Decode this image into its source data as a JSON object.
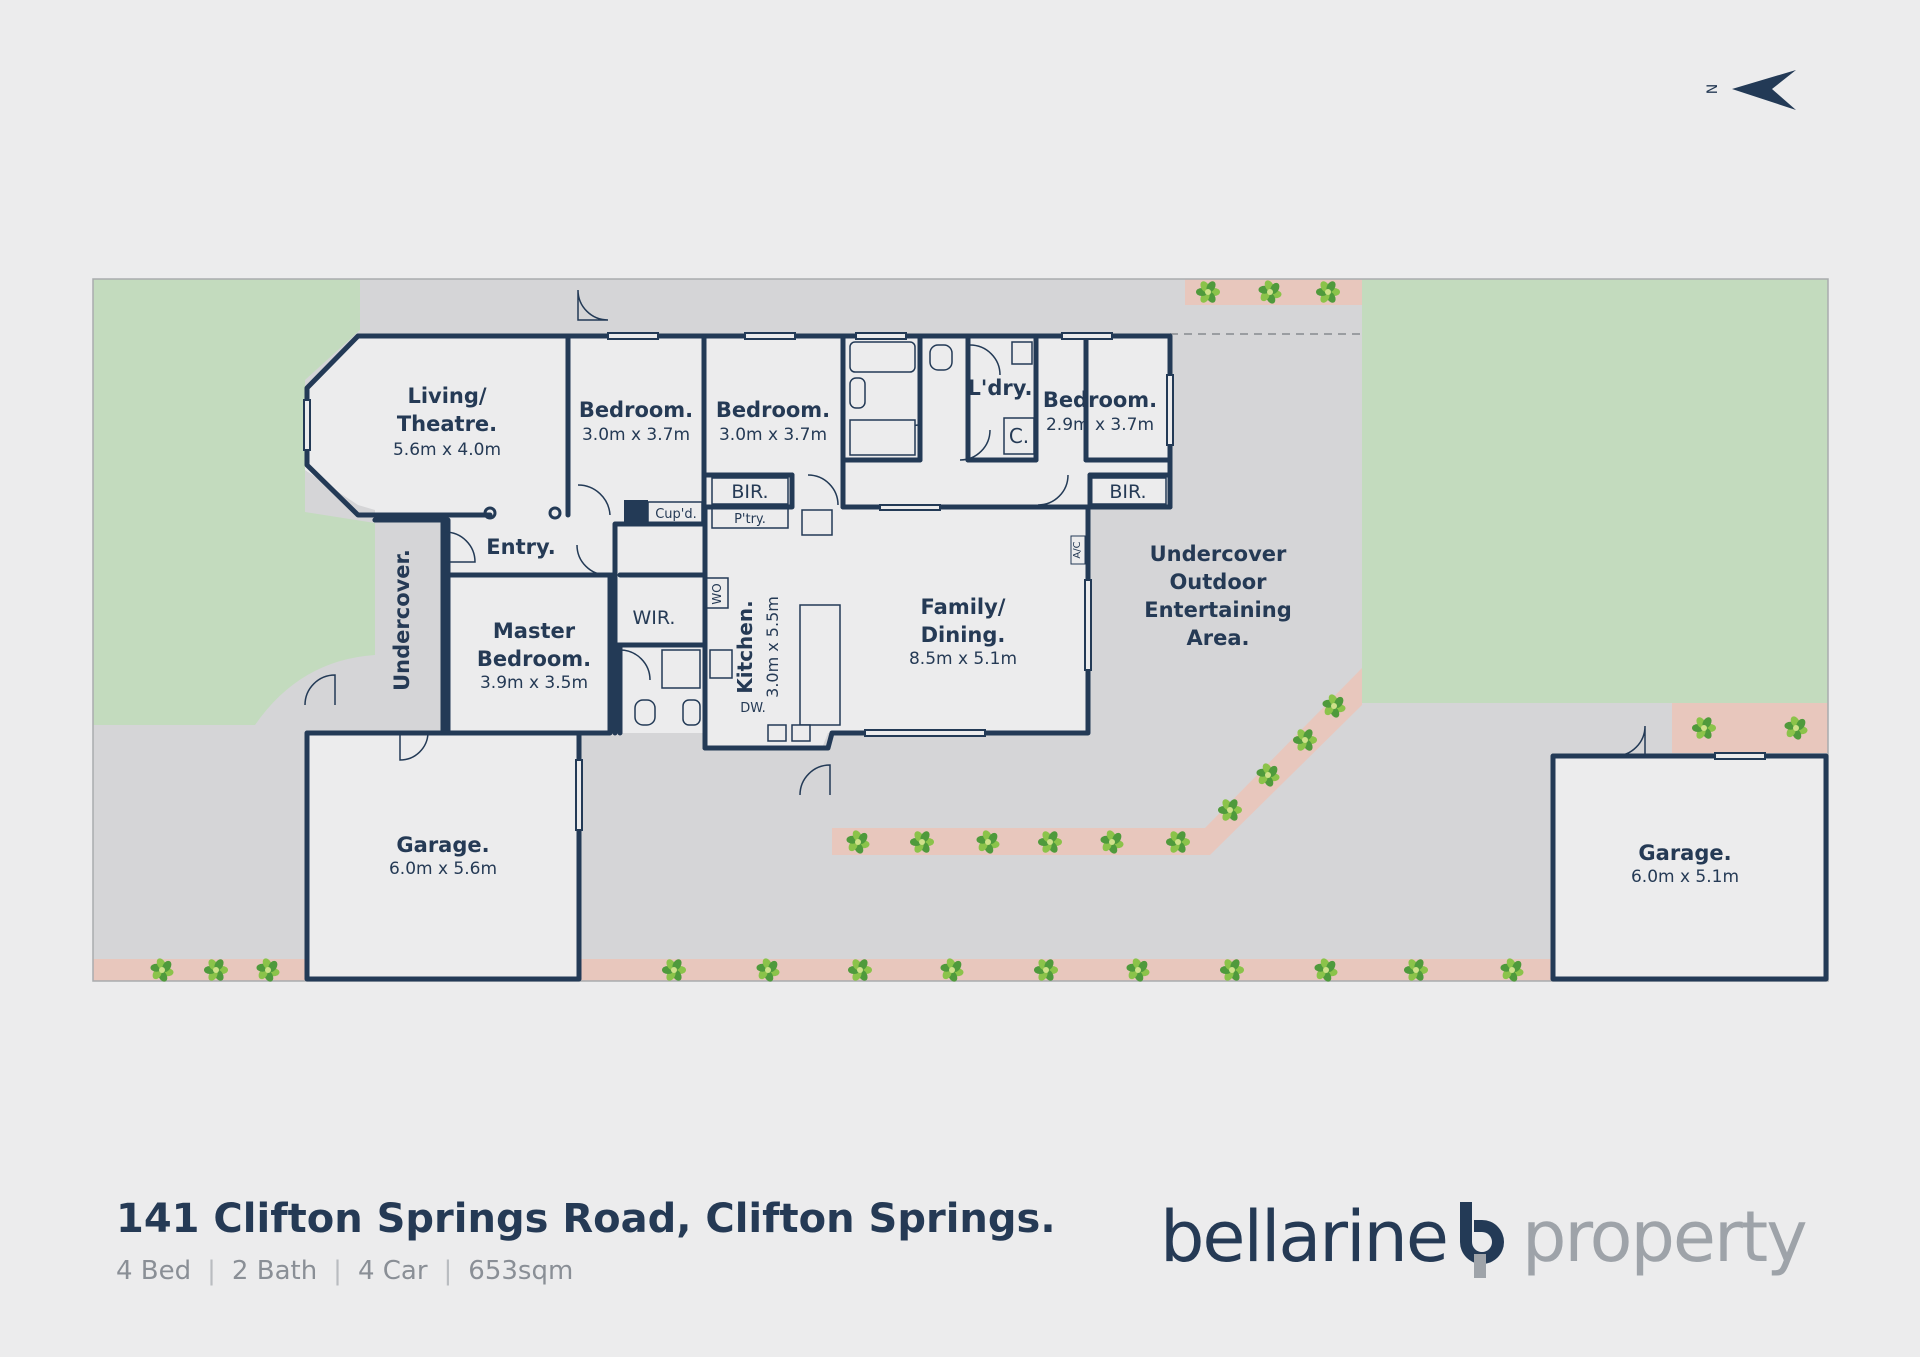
{
  "listing": {
    "address": "141 Clifton Springs Road, Clifton Springs.",
    "specs": [
      "4 Bed",
      "2 Bath",
      "4 Car",
      "653sqm"
    ]
  },
  "brand": {
    "name_part1": "bellarine",
    "name_part2": "property"
  },
  "compass": {
    "label": "N"
  },
  "rooms": {
    "living": {
      "name_line1": "Living/",
      "name_line2": "Theatre.",
      "size": "5.6m x 4.0m"
    },
    "bedroom_a": {
      "name": "Bedroom.",
      "size": "3.0m x 3.7m"
    },
    "bedroom_b": {
      "name": "Bedroom.",
      "size": "3.0m x 3.7m"
    },
    "laundry": {
      "name": "L'dry."
    },
    "bedroom_c": {
      "name": "Bedroom.",
      "size": "2.9m x 3.7m"
    },
    "entry": {
      "name": "Entry."
    },
    "master": {
      "name_line1": "Master",
      "name_line2": "Bedroom.",
      "size": "3.9m x 3.5m"
    },
    "undercover": {
      "name": "Undercover."
    },
    "kitchen": {
      "name": "Kitchen.",
      "size": "3.0m x 5.5m"
    },
    "family": {
      "name_line1": "Family/",
      "name_line2": "Dining.",
      "size": "8.5m x 5.1m"
    },
    "outdoor": {
      "line1": "Undercover",
      "line2": "Outdoor",
      "line3": "Entertaining",
      "line4": "Area."
    },
    "garage_1": {
      "name": "Garage.",
      "size": "6.0m x 5.6m"
    },
    "garage_2": {
      "name": "Garage.",
      "size": "6.0m x 5.1m"
    }
  },
  "fixtures": {
    "bir_1": "BIR.",
    "bir_2": "BIR.",
    "cupboard": "Cup'd.",
    "pantry": "P'try.",
    "wir": "WIR.",
    "wo": "WO",
    "dw": "DW.",
    "ac": "A/C",
    "c": "C."
  },
  "colors": {
    "background": "#ececed",
    "lawn": "#c3dbbe",
    "paving": "#d5d5d7",
    "interior": "#ececed",
    "garden_bed": "#e8c7bd",
    "wall": "#233a56",
    "text_dark": "#253a55",
    "text_grey": "#8a8f96"
  }
}
